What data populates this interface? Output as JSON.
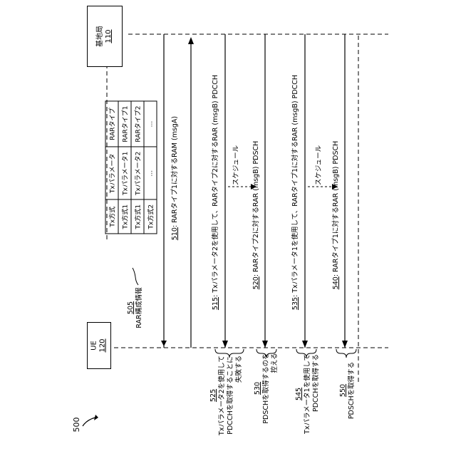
{
  "figure_label": "500",
  "ue": {
    "name": "UE",
    "ref": "120"
  },
  "bs": {
    "name": "基地局",
    "ref": "110"
  },
  "config": {
    "ref": "505",
    "label": "RAR構成情報",
    "headers": [
      "Tx方式",
      "Txパラメータ",
      "RARタイプ"
    ],
    "rows": [
      [
        "Tx方式1",
        "Txパラメータ1",
        "RARタイプ1"
      ],
      [
        "Tx方式1",
        "Txパラメータ2",
        "RARタイプ2"
      ],
      [
        "Tx方式2",
        "...",
        "..."
      ]
    ]
  },
  "messages": {
    "m510": {
      "ref": "510",
      "text": ": RARタイプ1に対するRAM (msgA)"
    },
    "m515": {
      "ref": "515",
      "text": ": Txパラメータ2を使用して、RARタイプ2に対するRAR (msgB) PDCCH"
    },
    "m520": {
      "ref": "520",
      "text": ": RARタイプ2に対するRAR (msgB) PDSCH"
    },
    "m535": {
      "ref": "535",
      "text": ": Txパラメータ1を使用して、RARタイプ1に対するRAR (msgB) PDCCH"
    },
    "m540": {
      "ref": "540",
      "text": ": RARタイプ1に対するRAR (msgB) PDSCH"
    },
    "sched1": "スケジュール",
    "sched2": "スケジュール"
  },
  "ue_steps": {
    "s525": {
      "ref": "525",
      "lines": [
        "Txパラメータ2を使用して",
        "PDCCHを取得することに",
        "失敗する"
      ]
    },
    "s530": {
      "ref": "530",
      "lines": [
        "PDSCHを取得するのを",
        "控える"
      ]
    },
    "s545": {
      "ref": "545",
      "lines": [
        "Txパラメータ1を使用して",
        "PDCCHを取得する"
      ]
    },
    "s550": {
      "ref": "550",
      "lines": [
        "PDSCHを取得する"
      ]
    }
  }
}
